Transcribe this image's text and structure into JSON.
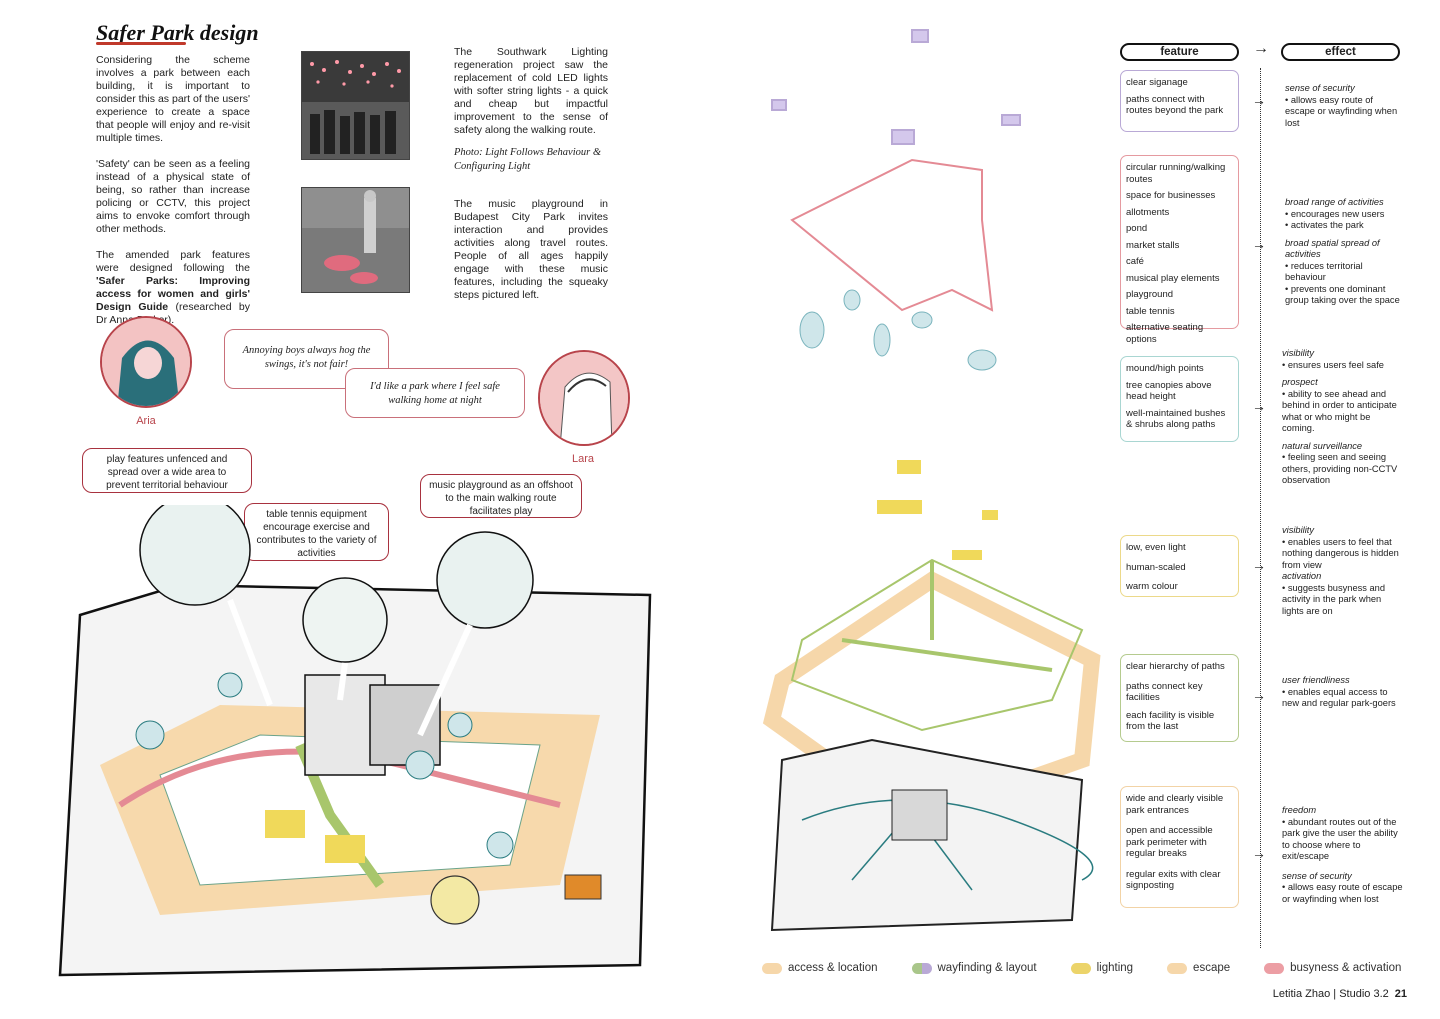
{
  "left": {
    "title": "Safer Park design",
    "intro_paragraphs": [
      "Considering the scheme involves a park between each building, it is important to consider this as part of the users' experience to create a space that people will enjoy and re-visit multiple times.",
      "'Safety' can be seen as a feeling instead of a physical state of being, so rather than increase policing or CCTV, this project aims to envoke comfort through other methods."
    ],
    "guide_para_before": "The amended park features were designed following the ",
    "guide_para_bold": "'Safer Parks: Improving access for women and girls' Design Guide",
    "guide_para_after": " (researched by Dr Anna Barker).",
    "lighting_text": "The Southwark Lighting regeneration project saw the replacement of cold LED lights with softer string lights - a quick and cheap but impactful improvement to the sense of safety along the walking route.",
    "photo_caption": "Photo: Light Follows Behaviour & Configuring Light",
    "music_text": "The music playground in Budapest City Park invites interaction and provides activities along travel routes. People of all ages happily engage with these music features, including the squeaky steps pictured left.",
    "quote_aria": "Annoying boys always hog the swings, it's not fair!",
    "quote_lara": "I'd like a park where I feel safe walking home at night",
    "persona_aria": "Aria",
    "persona_lara": "Lara",
    "callout_play": "play features unfenced and spread over a wide area to prevent territorial behaviour",
    "callout_tennis": "table tennis equipment encourage exercise and contributes to the variety of activities",
    "callout_music": "music playground as an offshoot to the main walking route facilitates play"
  },
  "right": {
    "header_feature": "feature",
    "header_effect": "effect",
    "arrow": "→",
    "rows": [
      {
        "color": "#b9a9d6",
        "features": [
          "clear siganage",
          "paths connect with routes beyond the park"
        ],
        "effects": [
          {
            "head": "sense of security",
            "bullets": [
              "• allows easy route of escape or wayfinding when lost"
            ]
          }
        ]
      },
      {
        "color": "#e59aa0",
        "features": [
          "circular running/walking routes",
          "space for businesses",
          "allotments",
          "pond",
          "market stalls",
          "café",
          "musical play elements",
          "playground",
          "table tennis",
          "alternative seating options"
        ],
        "effects": [
          {
            "head": "broad range of activities",
            "bullets": [
              "• encourages new users",
              "• activates the park"
            ]
          },
          {
            "head": "broad spatial spread of activities",
            "bullets": [
              "• reduces territorial behaviour",
              "• prevents one dominant group taking over the space"
            ]
          }
        ]
      },
      {
        "color": "#a9d6d2",
        "features": [
          "mound/high points",
          "tree canopies above head height",
          "well-maintained bushes & shrubs along paths"
        ],
        "effects": [
          {
            "head": "visibility",
            "bullets": [
              "• ensures users feel safe"
            ]
          },
          {
            "head": "prospect",
            "bullets": [
              "• ability to see ahead and behind in order to anticipate what or who might be coming."
            ]
          },
          {
            "head": "natural surveillance",
            "bullets": [
              "• feeling seen and seeing others, providing non-CCTV observation"
            ]
          }
        ]
      },
      {
        "color": "#ecd98a",
        "features": [
          "low, even light",
          "human-scaled",
          "warm colour"
        ],
        "effects": [
          {
            "head": "visibility",
            "bullets": [
              "• enables users to feel that nothing dangerous is hidden from view"
            ]
          },
          {
            "head": "activation",
            "bullets": [
              "• suggests busyness and activity in the park when lights are on"
            ]
          }
        ]
      },
      {
        "color": "#b5cb8f",
        "features": [
          "clear hierarchy of paths",
          "paths connect key facilities",
          "each facility is visible from the last"
        ],
        "effects": [
          {
            "head": "user friendliness",
            "bullets": [
              "• enables equal access to new and regular park-goers"
            ]
          }
        ]
      },
      {
        "color": "#f2d3a6",
        "features": [
          "wide and clearly visible park entrances",
          "open and accessible park perimeter with regular breaks",
          "regular exits with clear signposting"
        ],
        "effects": [
          {
            "head": "freedom",
            "bullets": [
              "• abundant routes out of the park give the user the ability to choose where to exit/escape"
            ]
          },
          {
            "head": "sense of security",
            "bullets": [
              "• allows easy route of escape or wayfinding when lost"
            ]
          }
        ]
      }
    ],
    "legend": [
      {
        "label": "access & location",
        "colors": [
          "#f6d7aa"
        ]
      },
      {
        "label": "wayfinding & layout",
        "colors": [
          "#a9c68a",
          "#b9a9d6"
        ]
      },
      {
        "label": "lighting",
        "colors": [
          "#ecd46a"
        ]
      },
      {
        "label": "escape",
        "colors": [
          "#f6d7aa"
        ]
      },
      {
        "label": "busyness & activation",
        "colors": [
          "#ec9ea4"
        ]
      }
    ],
    "footer_author": "Letitia Zhao | Studio 3.2",
    "footer_page": "21"
  }
}
